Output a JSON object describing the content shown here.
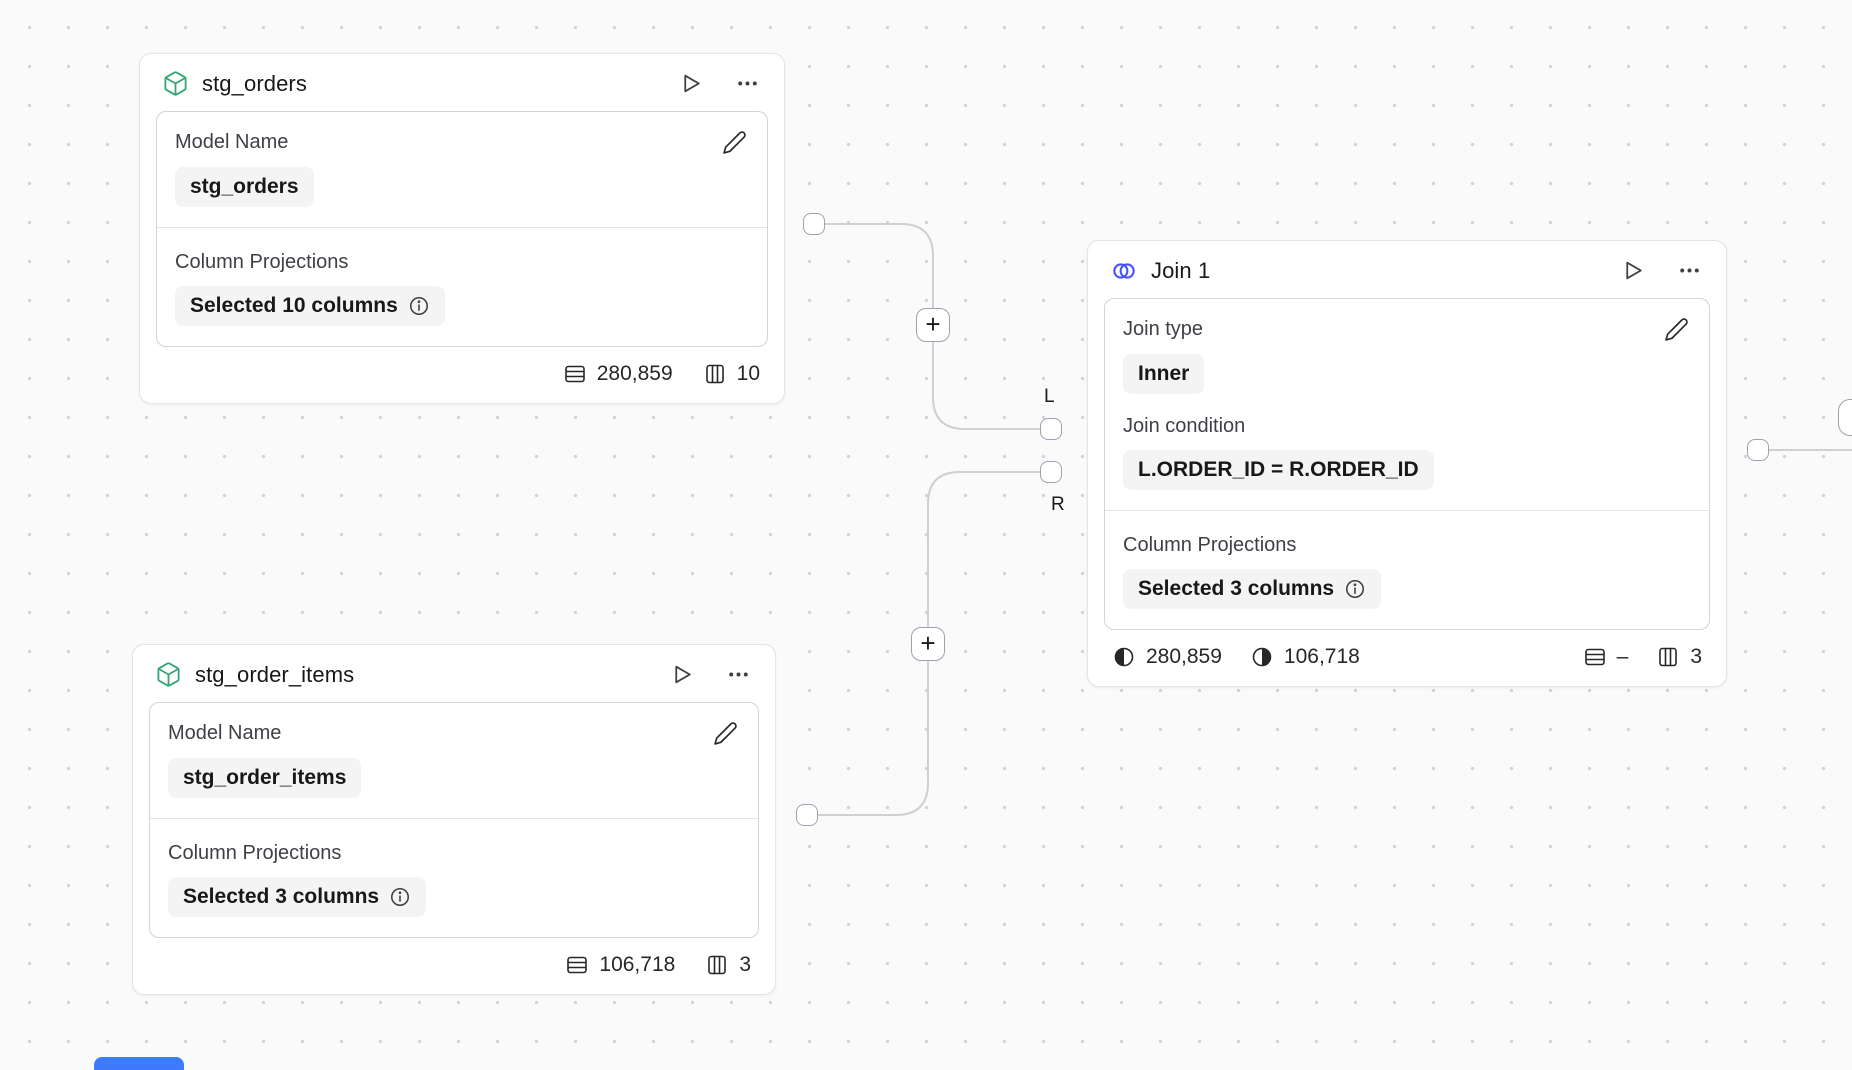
{
  "canvas": {
    "background": "#fafafa",
    "dot_color": "#d2d2d8"
  },
  "colors": {
    "model_icon_green": "#34a574",
    "join_icon_blue": "#4353ff",
    "edge_gray": "#cfcfd4",
    "partial_blue_element": "#3e7bfa"
  },
  "ui": {
    "plus_label": "+",
    "left_port_label": "L",
    "right_port_label": "R"
  },
  "nodes": {
    "stg_orders": {
      "title": "stg_orders",
      "icon_color": "#34a574",
      "model_name_label": "Model Name",
      "model_name_value": "stg_orders",
      "projections_label": "Column Projections",
      "projections_value": "Selected 10 columns",
      "rows": "280,859",
      "columns": "10"
    },
    "stg_order_items": {
      "title": "stg_order_items",
      "icon_color": "#34a574",
      "model_name_label": "Model Name",
      "model_name_value": "stg_order_items",
      "projections_label": "Column Projections",
      "projections_value": "Selected 3 columns",
      "rows": "106,718",
      "columns": "3"
    },
    "join1": {
      "title": "Join 1",
      "icon_color": "#4353ff",
      "join_type_label": "Join type",
      "join_type_value": "Inner",
      "join_condition_label": "Join condition",
      "join_condition_value": "L.ORDER_ID = R.ORDER_ID",
      "projections_label": "Column Projections",
      "projections_value": "Selected 3 columns",
      "left_rows": "280,859",
      "right_rows": "106,718",
      "rows": "–",
      "columns": "3"
    }
  }
}
